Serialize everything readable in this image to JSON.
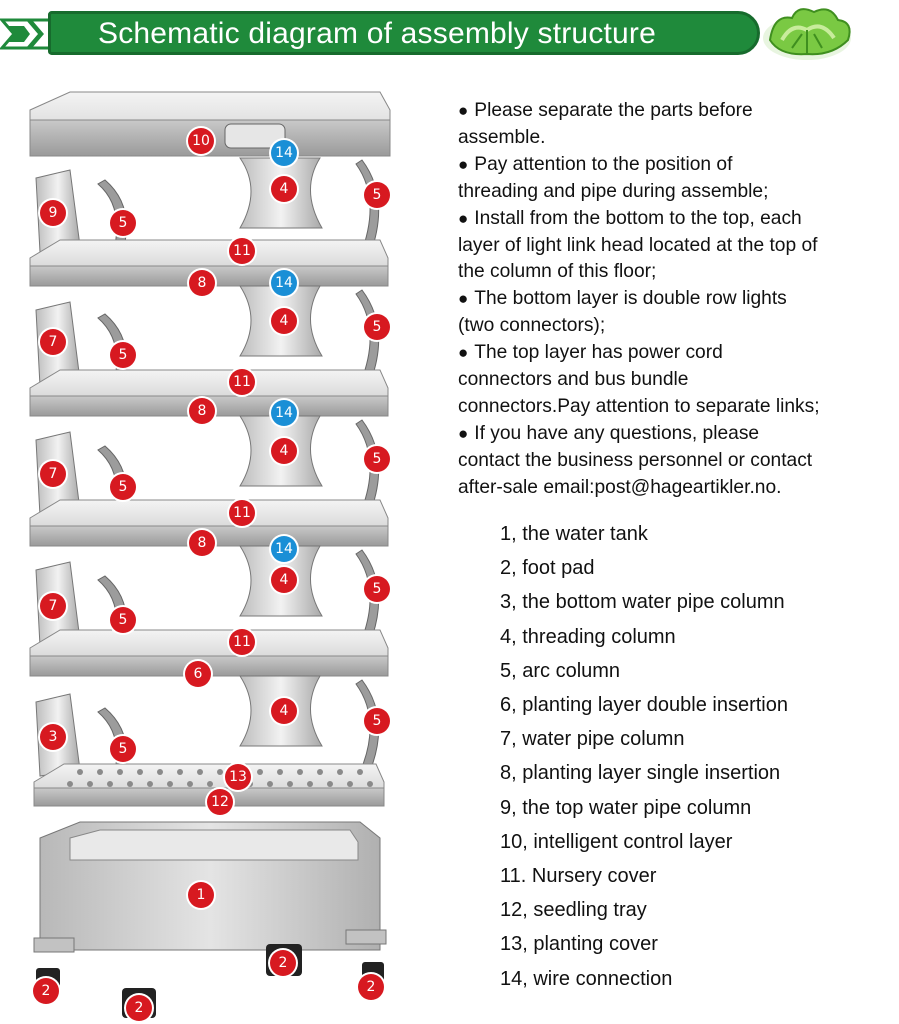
{
  "header": {
    "title": "Schematic diagram of assembly structure",
    "colors": {
      "banner": "#1f8a3b",
      "accent_red": "#d71920",
      "accent_blue": "#1a8fd6"
    }
  },
  "notes": [
    "Please separate the parts before",
    "assemble.",
    "Pay attention to the position of",
    "threading and pipe during assemble;",
    "Install from the bottom to the top, each",
    "layer of light link head located at the top of",
    "the column of this floor;",
    "The bottom layer is double row lights",
    "(two connectors);",
    "The top layer has power cord",
    "connectors and bus bundle",
    "connectors.Pay attention to separate links;",
    "If you have any questions, please",
    "contact the business personnel or contact",
    "after-sale email:post@hageartikler.no."
  ],
  "bullet_symbol": "●",
  "legend": [
    "1, the water tank",
    "2, foot pad",
    "3, the bottom water pipe column",
    "4, threading column",
    "5, arc column",
    "6, planting layer double insertion",
    "7, water pipe column",
    "8, planting layer single insertion",
    "9, the top water pipe column",
    "10, intelligent control layer",
    "11. Nursery cover",
    "12, seedling tray",
    "13, planting cover",
    "14, wire connection"
  ],
  "badges": [
    "10",
    "14",
    "9",
    "4",
    "5",
    "5",
    "11",
    "8",
    "14",
    "7",
    "4",
    "5",
    "5",
    "11",
    "8",
    "14",
    "7",
    "4",
    "5",
    "5",
    "11",
    "8",
    "14",
    "7",
    "4",
    "5",
    "5",
    "11",
    "6",
    "3",
    "4",
    "5",
    "5",
    "13",
    "12",
    "1",
    "2",
    "2",
    "2",
    "2"
  ]
}
